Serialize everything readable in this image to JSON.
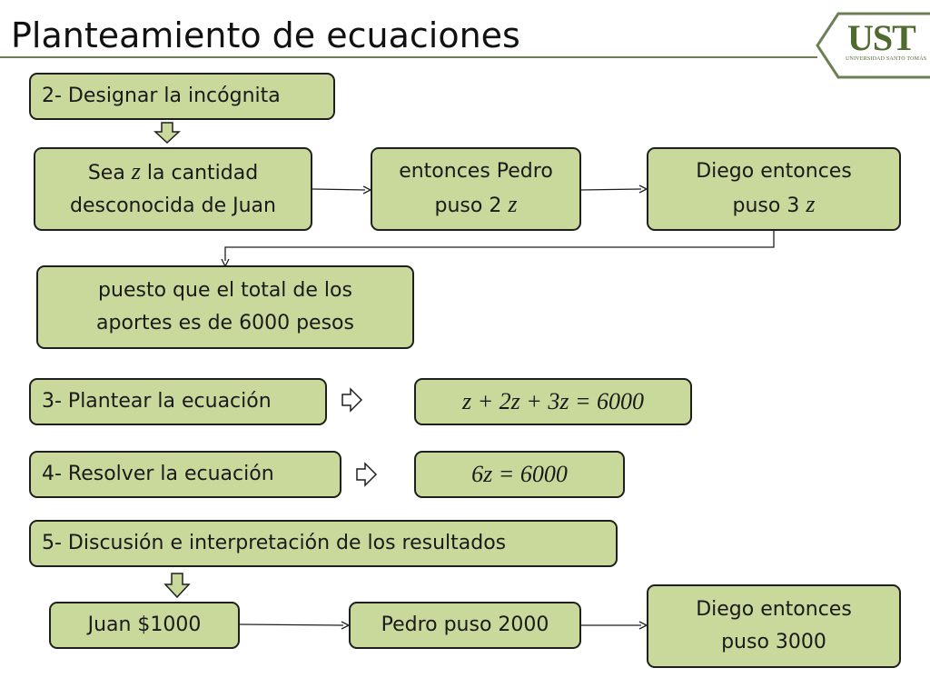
{
  "header": {
    "title": "Planteamiento de ecuaciones",
    "logo_text": "UST",
    "logo_subtext": "UNIVERSIDAD SANTO TOMÁS"
  },
  "steps": {
    "step2": "2- Designar la incógnita",
    "step3": "3- Plantear la ecuación",
    "step4": "4- Resolver la ecuación",
    "step5": "5- Discusión e interpretación de los resultados"
  },
  "flow": {
    "juan_a": "Sea ",
    "juan_var": "z",
    "juan_b": " la cantidad",
    "juan_line2": "desconocida de Juan",
    "pedro_line1": "entonces Pedro",
    "pedro_line2": "puso 2 ",
    "pedro_var": "z",
    "diego_line1": "Diego entonces",
    "diego_line2": "puso 3 ",
    "diego_var": "z",
    "total_line1": "puesto que el total de los",
    "total_line2": "aportes es de 6000 pesos"
  },
  "equations": {
    "equation": "z + 2z + 3z = 6000",
    "solved": "6z = 6000"
  },
  "results": {
    "juan": "Juan $1000",
    "pedro": "Pedro puso 2000",
    "diego_line1": "Diego entonces",
    "diego_line2": "puso 3000"
  },
  "colors": {
    "box_fill": "#c8d99b",
    "box_border": "#1f1f1f",
    "accent": "#4f6a2e"
  }
}
